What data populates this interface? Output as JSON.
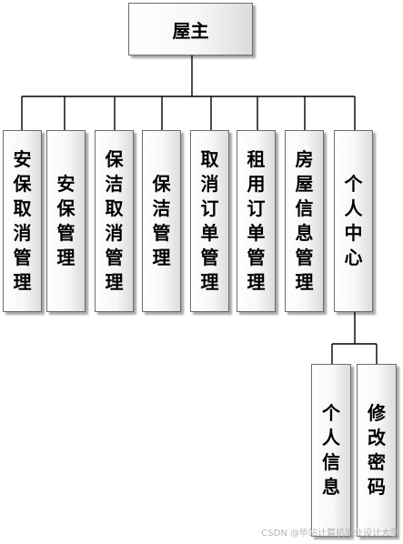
{
  "root": {
    "label": "屋主"
  },
  "children": [
    {
      "label": "安保取消管理"
    },
    {
      "label": "安保管理"
    },
    {
      "label": "保洁取消管理"
    },
    {
      "label": "保洁管理"
    },
    {
      "label": "取消订单管理"
    },
    {
      "label": "租用订单管理"
    },
    {
      "label": "房屋信息管理"
    },
    {
      "label": "个人中心"
    }
  ],
  "personal_center_children": [
    {
      "label": "个人信息"
    },
    {
      "label": "修改密码"
    }
  ],
  "watermark": "CSDN @毕站计算机毕业设计大学"
}
